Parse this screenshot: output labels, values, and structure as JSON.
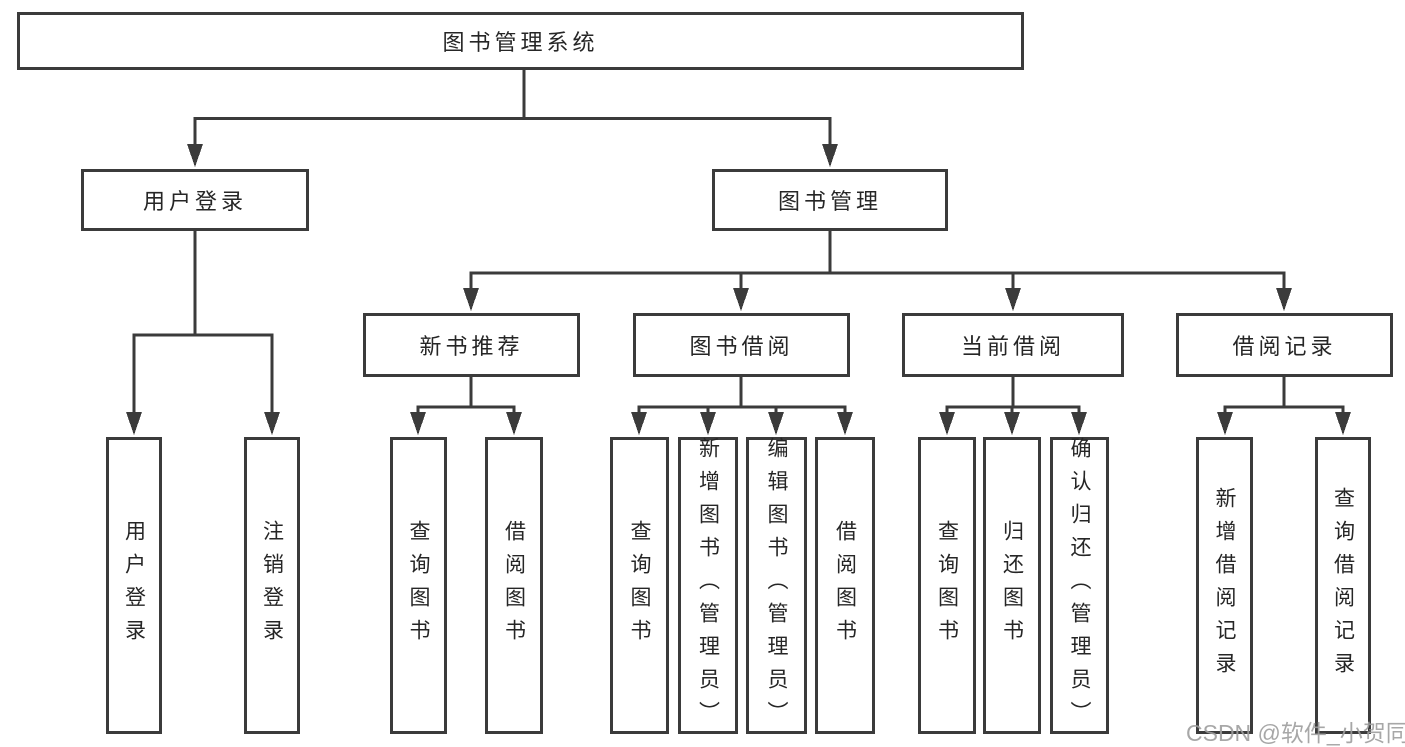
{
  "diagram": {
    "root": {
      "label": "图书管理系统"
    },
    "level2": {
      "user_login": {
        "label": "用户登录"
      },
      "book_management": {
        "label": "图书管理"
      }
    },
    "level3": {
      "new_book_recommend": {
        "label": "新书推荐"
      },
      "book_borrow": {
        "label": "图书借阅"
      },
      "current_borrow": {
        "label": "当前借阅"
      },
      "borrow_records": {
        "label": "借阅记录"
      }
    },
    "leaves": {
      "user_login": {
        "label": "用户登录"
      },
      "logout": {
        "label": "注销登录"
      },
      "query_book_1": {
        "label": "查询图书"
      },
      "borrow_book_1": {
        "label": "借阅图书"
      },
      "query_book_2": {
        "label": "查询图书"
      },
      "add_book_admin": {
        "label": "新增图书（管理员）"
      },
      "edit_book_admin": {
        "label": "编辑图书（管理员）"
      },
      "borrow_book_2": {
        "label": "借阅图书"
      },
      "query_book_3": {
        "label": "查询图书"
      },
      "return_book": {
        "label": "归还图书"
      },
      "confirm_return_admin": {
        "label": "确认归还（管理员）"
      },
      "add_borrow_record": {
        "label": "新增借阅记录"
      },
      "query_borrow_record": {
        "label": "查询借阅记录"
      }
    }
  },
  "watermark": {
    "text": "CSDN @软件_小贺同学"
  },
  "colors": {
    "line": "#3b3b3b",
    "text": "#262626",
    "box_fill": "#ffffff",
    "watermark": "#9e9e9e",
    "background": "#ffffff"
  }
}
